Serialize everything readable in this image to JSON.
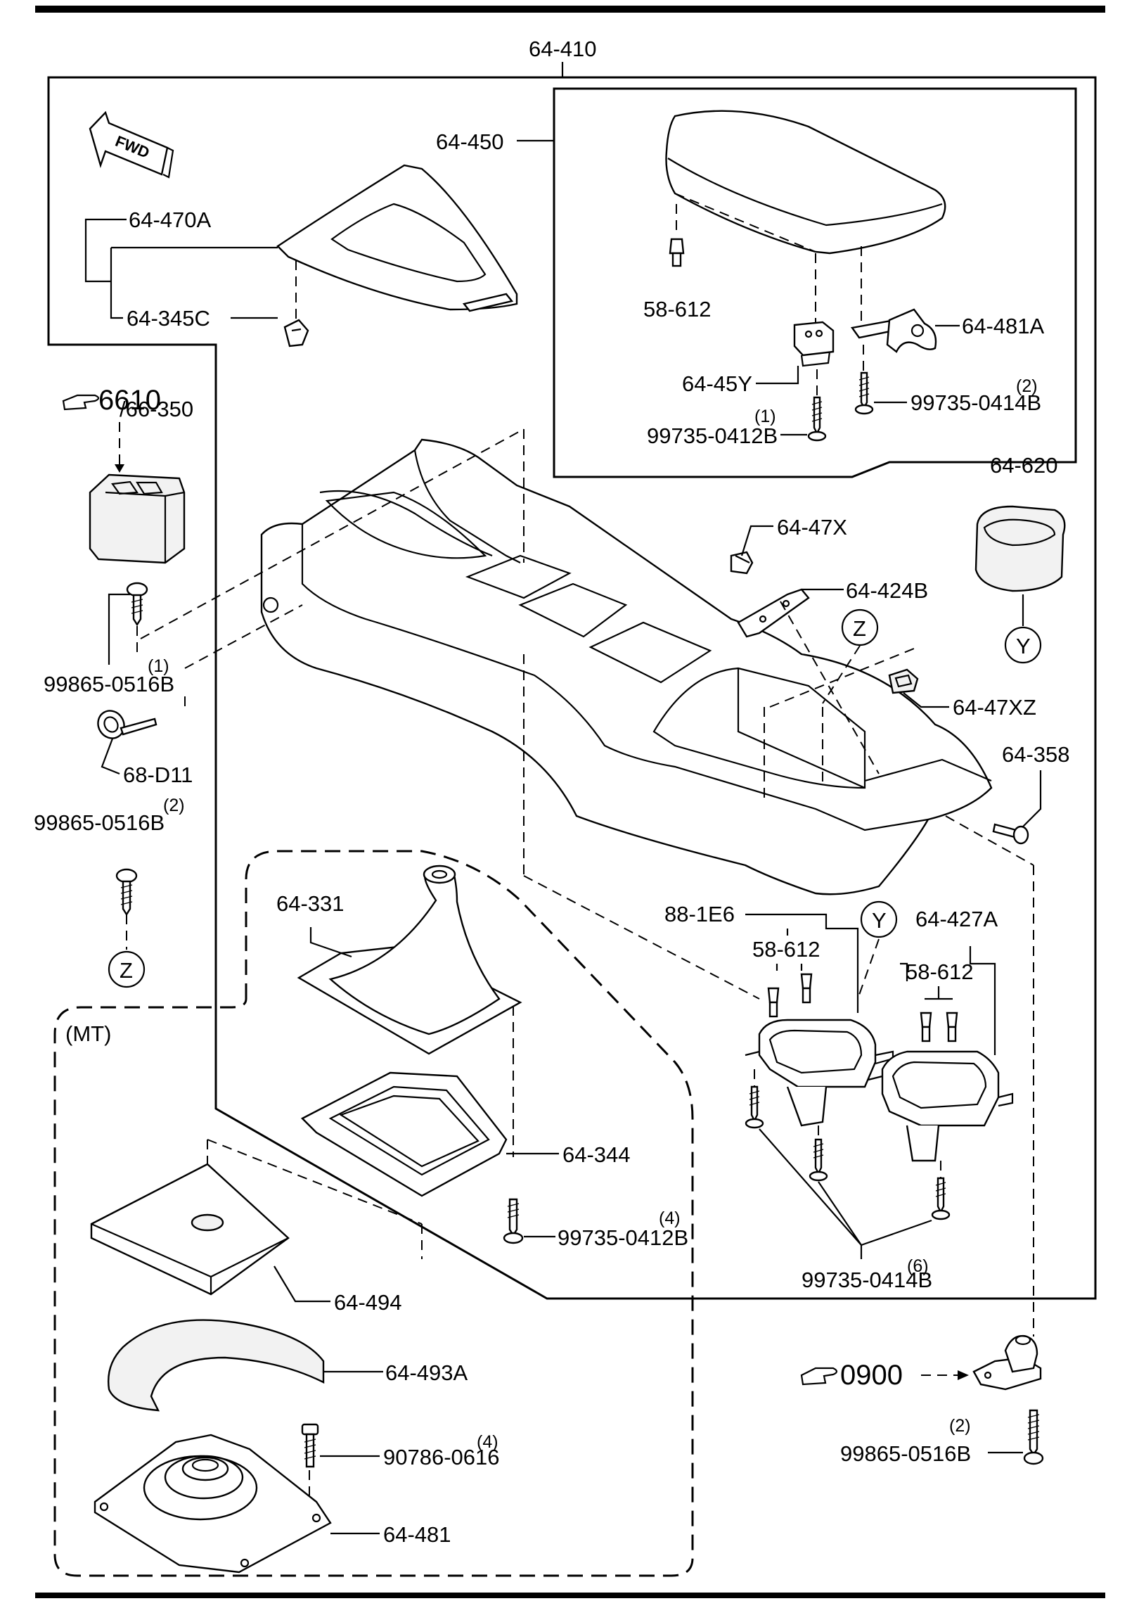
{
  "labels": {
    "assembly_main": "64-410",
    "armrest_lid": "64-450",
    "bezel_upper": "64-470A",
    "clip_345c": "64-345C",
    "lid_bolt": "58-612",
    "hinge": "64-481A",
    "latch": "64-45Y",
    "screw_0414b": "99735-0414B",
    "screw_0414b_qty": "(2)",
    "screw_0412b": "99735-0412B",
    "screw_0412b_qty": "(1)",
    "ref_6610": "6610",
    "switch": "/66-350",
    "screw_0516b_a": "99865-0516B",
    "screw_0516b_a_qty": "(1)",
    "fastener_d11": "68-D11",
    "screw_0516b_b": "99865-0516B",
    "screw_0516b_b_qty": "(2)",
    "circle_z_left": "Z",
    "clip_47x": "64-47X",
    "bracket_424b": "64-424B",
    "circle_z_mid": "Z",
    "cup_620": "64-620",
    "circle_y_right": "Y",
    "clip_47xz": "64-47XZ",
    "bolt_358": "64-358",
    "boot": "64-331",
    "boot_frame": "64-344",
    "screw_0412b_b": "99735-0412B",
    "screw_0412b_b_qty": "(4)",
    "cupholder_1e6": "88-1E6",
    "cupholder_bolt_a": "58-612",
    "circle_y_mid": "Y",
    "cupholder_427a": "64-427A",
    "cupholder_bolt_b": "58-612",
    "screw_0414b_b": "99735-0414B",
    "screw_0414b_b_qty": "(6)",
    "mt_note": "(MT)",
    "insulator": "64-494",
    "insulator_ring": "64-493A",
    "bolt_90786": "90786-0616",
    "bolt_90786_qty": "(4)",
    "shift_base": "64-481",
    "ref_0900": "0900",
    "screw_0516b_c": "99865-0516B",
    "screw_0516b_c_qty": "(2)",
    "fwd": "FWD"
  }
}
